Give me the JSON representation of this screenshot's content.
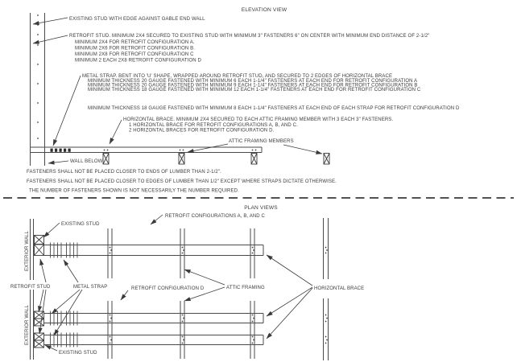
{
  "elevation": {
    "title": "ELEVATION VIEW",
    "existing_stud_callout": "EXISTING STUD WITH EDGE AGAINST GABLE END WALL",
    "retrofit_stud_callout": [
      "RETROFIT STUD.  MINIMUM 2X4 SECURED TO EXISTING STUD WITH MINIMUM 3\" FASTENERS 6\" ON CENTER WITH MINIMUM END DISTANCE OF 2-1/2\"",
      "MINIMUM 2X4 FOR RETROFIT CONFIGURATION A.",
      "MINIMUM 2X6 FOR RETROFIT CONFIGURATION B.",
      "MINIMUM 2X8 FOR RETROFIT CONFIGURATION C",
      "MINIMUM 2 EACH 2X8 RETROFIT CONFIGURATION D"
    ],
    "metal_strap_callout": [
      "METAL STRAP.  BENT INTO 'U' SHAPE, WRAPPED AROUND RETROFIT STUD, AND SECURED TO 2 EDGES OF HORIZONTAL BRACE",
      "MINIMUM THICKNESS 20 GAUGE FASTENED WITH MINIMUM 6 EACH 1-1/4\" FASTENERS AT EACH END FOR RETROFIT CONFIGURATION A",
      "MINIMUM THICKNESS 20 GAUGE FASTENED WITH MINIMUM 9 EACH 1-1/4\" FASTENERS AT EACH END FOR RETROFIT CONFIGURATION B",
      "MINIMUM THICKNESS 18 GAUGE FASTENED WITH MINIMUM 12 EACH 1-1/4\" FASTENERS AT EACH END FOR RETROFIT CONFIGURATION C",
      "MINIMUM THICKNESS 18 GAUGE FASTENED WITH MINIMUM 8 EACH 1-1/4\" FASTENERS AT EACH END OF EACH STRAP FOR RETROFIT CONFIGURATION D"
    ],
    "horizontal_brace_callout": [
      "HORIZONTAL BRACE.  MINIMUM 2X4 SECURED TO EACH ATTIC FRAMING MEMBER WITH 3 EACH 3\" FASTENERS.",
      "1 HORIZONTAL BRACE FOR RETROFIT CONFIGURATIONS A, B, AND C.",
      "2 HORIZONTAL BRACES FOR RETROFIT CONFIGURATION D."
    ],
    "attic_framing_label": "ATTIC FRAMING MEMBERS",
    "wall_below_label": "WALL BELOW"
  },
  "general_notes": [
    "FASTENERS SHALL NOT BE PLACED CLOSER TO ENDS OF LUMBER THAN 2-1/2\".",
    "FASTENERS SHALL NOT BE PLACED CLOSER TO EDGES OF LUMBER THAN 1/2\" EXCEPT WHERE STRAPS DICTATE OTHERWISE.",
    "THE NUMBER OF FASTENERS SHOWN IS NOT NECESSARILY THE NUMBER REQUIRED."
  ],
  "plan": {
    "title": "PLAN VIEWS",
    "config_abc_label": "RETROFIT CONFIGURATIONS A, B, AND C",
    "config_d_label": "RETROFIT CONFIGURATION D",
    "exterior_wall_label": "EXTERIOR WALL",
    "existing_stud_label_top": "EXISTING STUD",
    "existing_stud_label_bottom": "EXISTING STUD",
    "retrofit_stud_label": "RETROFIT STUD",
    "metal_strap_label": "METAL STRAP",
    "attic_framing_label": "ATTIC FRAMING",
    "horizontal_brace_label": "HORIZONTAL BRACE"
  },
  "colors": {
    "ink": "#3a3a3a",
    "line": "#4a4a4a",
    "background": "#ffffff"
  }
}
